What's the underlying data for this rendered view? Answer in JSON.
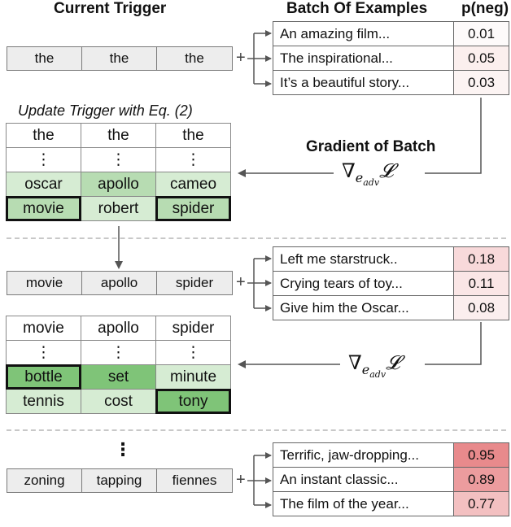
{
  "headers": {
    "current_trigger": "Current Trigger",
    "batch_of_examples": "Batch Of Examples",
    "p_neg": "p(neg)",
    "update_trigger": "Update Trigger with Eq. (2)",
    "gradient_of_batch": "Gradient of Batch"
  },
  "gradient_symbol": "∇",
  "gradient_loss": "𝓛",
  "gradient_sub": "e",
  "gradient_subsub": "adv",
  "plus": "+",
  "ellipsis": "⋮",
  "section1": {
    "trigger": [
      "the",
      "the",
      "the"
    ],
    "examples": [
      {
        "text": "An amazing film...",
        "p": "0.01",
        "color": "#fdfafa"
      },
      {
        "text": "The inspirational...",
        "p": "0.05",
        "color": "#fbefee"
      },
      {
        "text": "It’s a beautiful story...",
        "p": "0.03",
        "color": "#fcf4f3"
      }
    ],
    "grid": [
      [
        {
          "t": "the"
        },
        {
          "t": "the"
        },
        {
          "t": "the"
        }
      ],
      [
        {
          "t": "⋮"
        },
        {
          "t": "⋮"
        },
        {
          "t": "⋮"
        }
      ],
      [
        {
          "t": "oscar",
          "shade": 1
        },
        {
          "t": "apollo",
          "shade": 2
        },
        {
          "t": "cameo",
          "shade": 1
        }
      ],
      [
        {
          "t": "movie",
          "shade": 2,
          "sel": true
        },
        {
          "t": "robert",
          "shade": 1
        },
        {
          "t": "spider",
          "shade": 2,
          "sel": true
        }
      ]
    ]
  },
  "section2": {
    "trigger": [
      "movie",
      "apollo",
      "spider"
    ],
    "examples": [
      {
        "text": "Left me starstruck..",
        "p": "0.18",
        "color": "#f8d9da"
      },
      {
        "text": "Crying tears of toy...",
        "p": "0.11",
        "color": "#fae6e6"
      },
      {
        "text": "Give him the Oscar...",
        "p": "0.08",
        "color": "#fbeeee"
      }
    ],
    "grid": [
      [
        {
          "t": "movie"
        },
        {
          "t": "apollo"
        },
        {
          "t": "spider"
        }
      ],
      [
        {
          "t": "⋮"
        },
        {
          "t": "⋮"
        },
        {
          "t": "⋮"
        }
      ],
      [
        {
          "t": "bottle",
          "shade": 3,
          "sel": true
        },
        {
          "t": "set",
          "shade": 3
        },
        {
          "t": "minute",
          "shade": 1
        }
      ],
      [
        {
          "t": "tennis",
          "shade": 1
        },
        {
          "t": "cost",
          "shade": 1
        },
        {
          "t": "tony",
          "shade": 3,
          "sel": true
        }
      ]
    ]
  },
  "section3": {
    "trigger": [
      "zoning",
      "tapping",
      "fiennes"
    ],
    "examples": [
      {
        "text": "Terrific, jaw-dropping...",
        "p": "0.95",
        "color": "#e88a8c"
      },
      {
        "text": "An instant classic...",
        "p": "0.89",
        "color": "#ec9c9e"
      },
      {
        "text": "The film of the year...",
        "p": "0.77",
        "color": "#f3c0c1"
      }
    ]
  }
}
